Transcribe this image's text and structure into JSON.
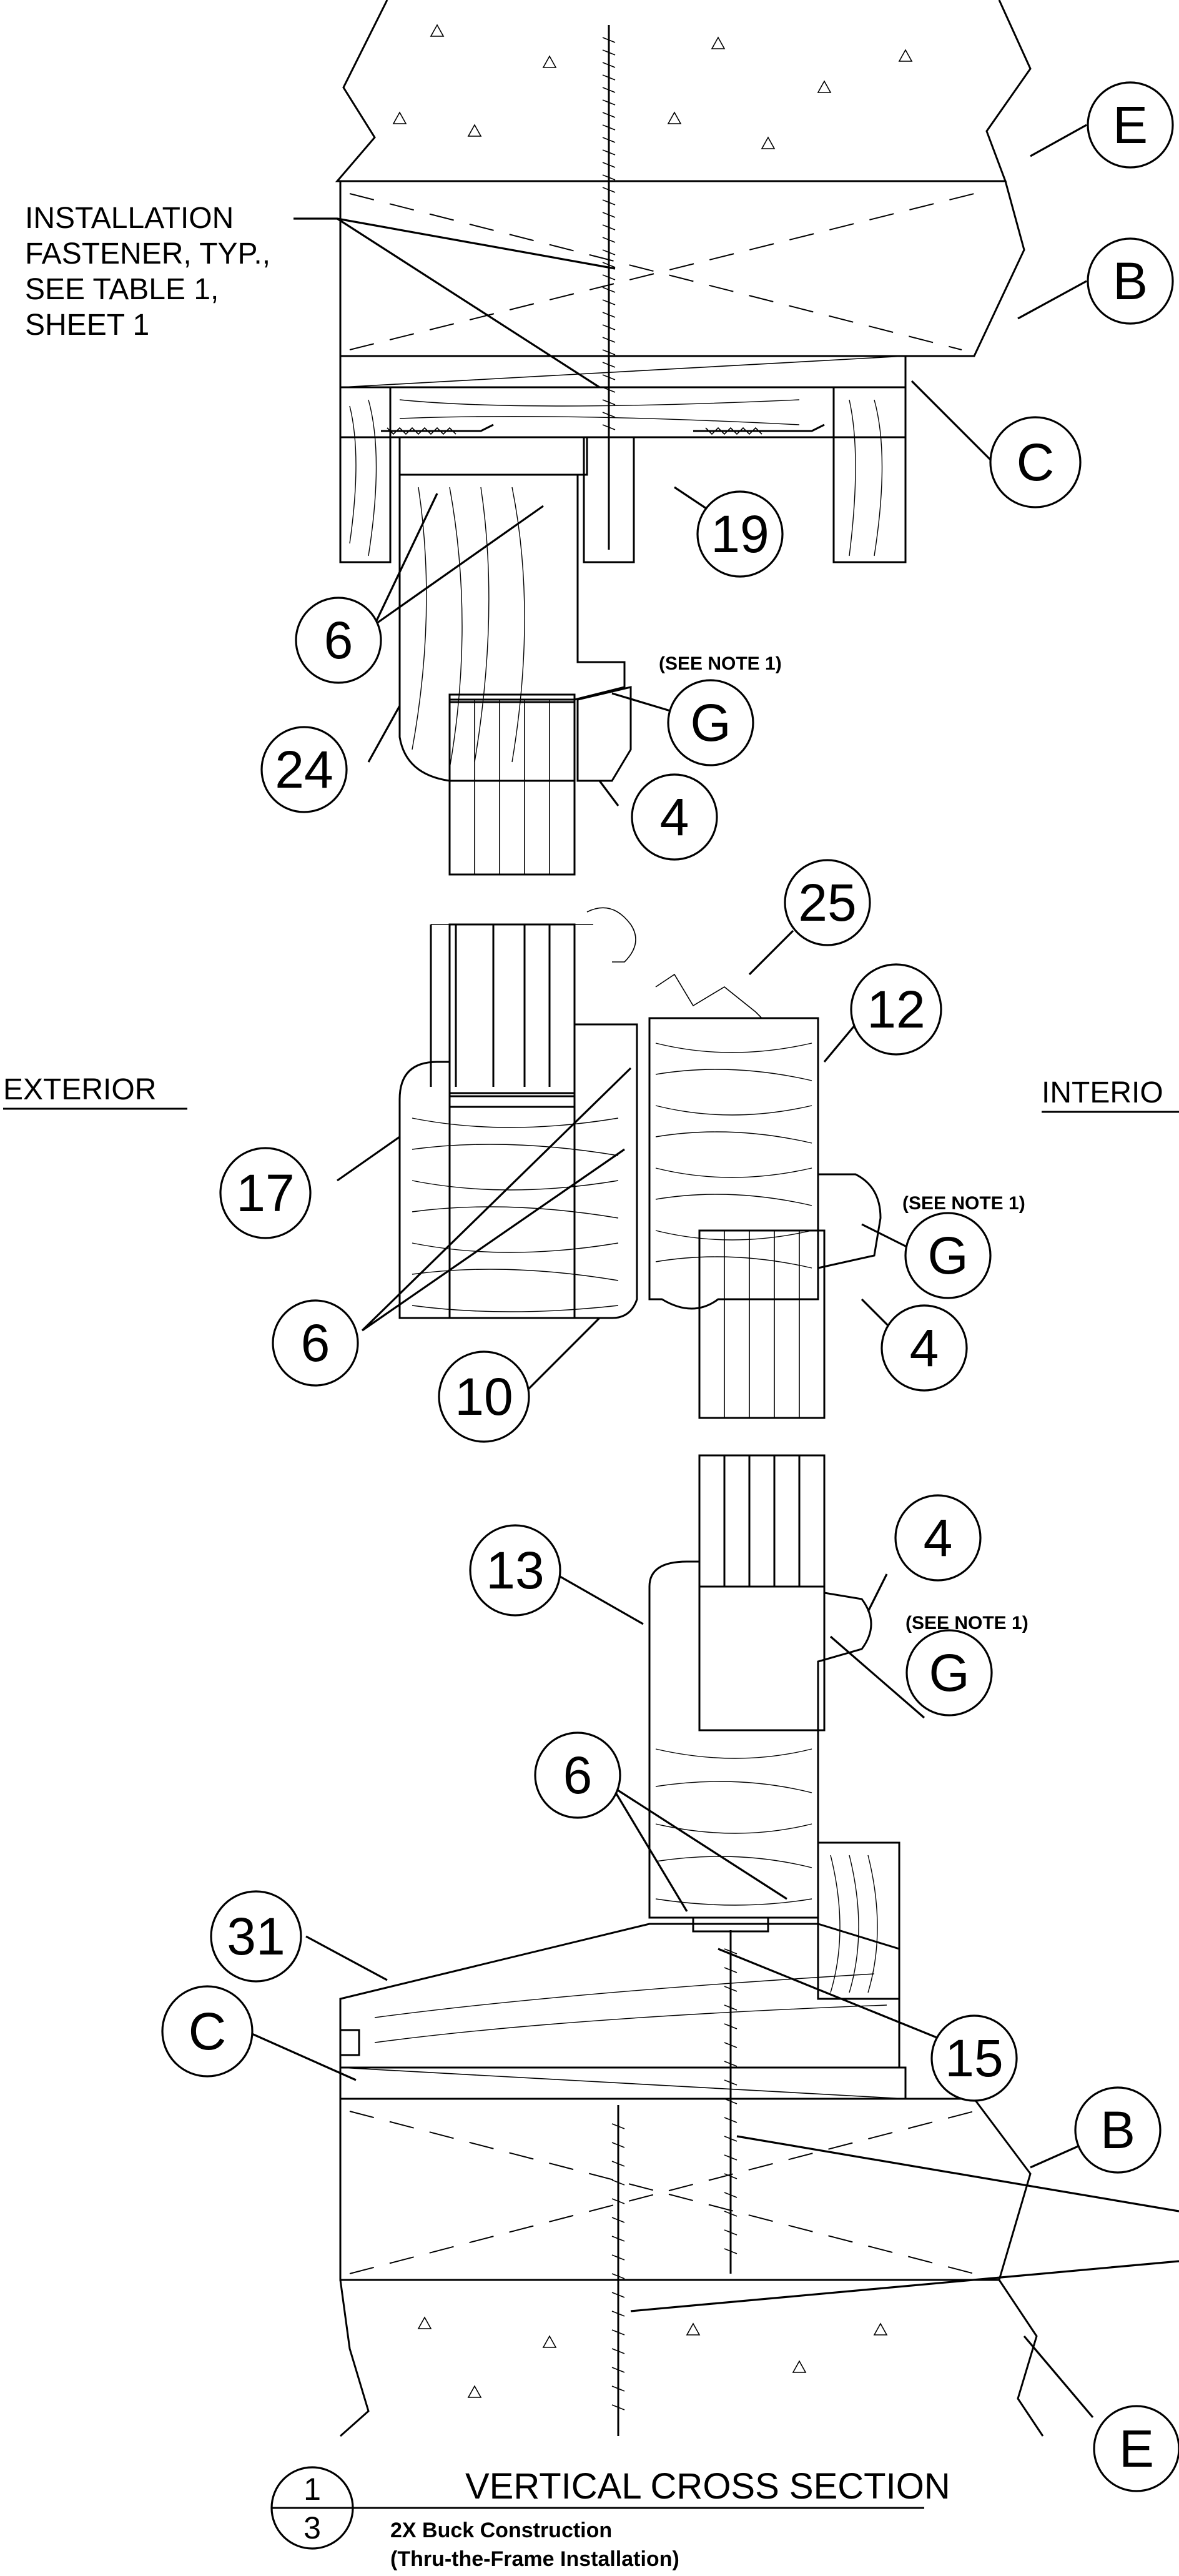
{
  "labels": {
    "exterior": "EXTERIOR",
    "interior": "INTERIO",
    "fastener_line1": "INSTALLATION",
    "fastener_line2": "FASTENER, TYP.,",
    "fastener_line3": "SEE TABLE 1,",
    "fastener_line4": "SHEET 1"
  },
  "notes": {
    "n1": "(SEE NOTE 1)",
    "n2": "(SEE NOTE 1)",
    "n3": "(SEE NOTE 1)"
  },
  "bubbles": {
    "E_top": "E",
    "B_top": "B",
    "C_top": "C",
    "b19": "19",
    "b6_top": "6",
    "G_top": "G",
    "b24": "24",
    "b4_top": "4",
    "b25": "25",
    "b12": "12",
    "b17": "17",
    "G_mid": "G",
    "b6_mid": "6",
    "b4_mid": "4",
    "b10": "10",
    "b13": "13",
    "b4_bot": "4",
    "G_bot": "G",
    "b6_bot": "6",
    "b31": "31",
    "C_bot": "C",
    "b15": "15",
    "B_bot": "B",
    "E_bot": "E"
  },
  "title": {
    "section_num": "1",
    "sheet_num": "3",
    "main": "VERTICAL CROSS SECTION",
    "sub1": "2X Buck Construction",
    "sub2": "(Thru-the-Frame Installation)"
  }
}
